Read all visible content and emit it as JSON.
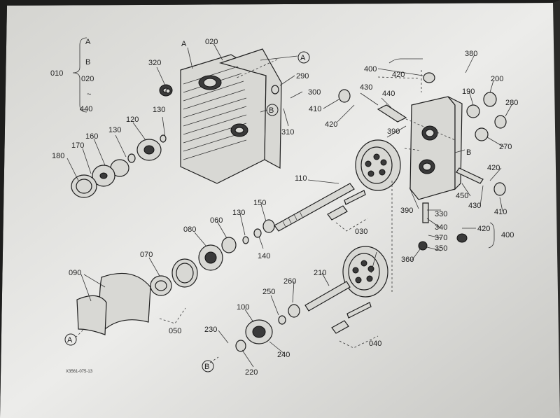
{
  "group_range": [
    "A",
    "B",
    "020",
    "~",
    "440"
  ],
  "callouts": [
    "010",
    "020",
    "A",
    "320",
    "290",
    "300",
    "310",
    "130",
    "120",
    "160",
    "130",
    "170",
    "180",
    "110",
    "150",
    "130",
    "060",
    "080",
    "140",
    "030",
    "070",
    "090",
    "050",
    "210",
    "260",
    "250",
    "100",
    "240",
    "230",
    "220",
    "040",
    "400",
    "420",
    "430",
    "440",
    "410",
    "420",
    "390",
    "380",
    "200",
    "190",
    "280",
    "270",
    "B",
    "420",
    "450",
    "430",
    "410",
    "390",
    "330",
    "340",
    "370",
    "350",
    "360",
    "420",
    "400"
  ],
  "ref_circles": [
    "A",
    "B",
    "A",
    "B"
  ],
  "figure_code": "X3561-075-13"
}
